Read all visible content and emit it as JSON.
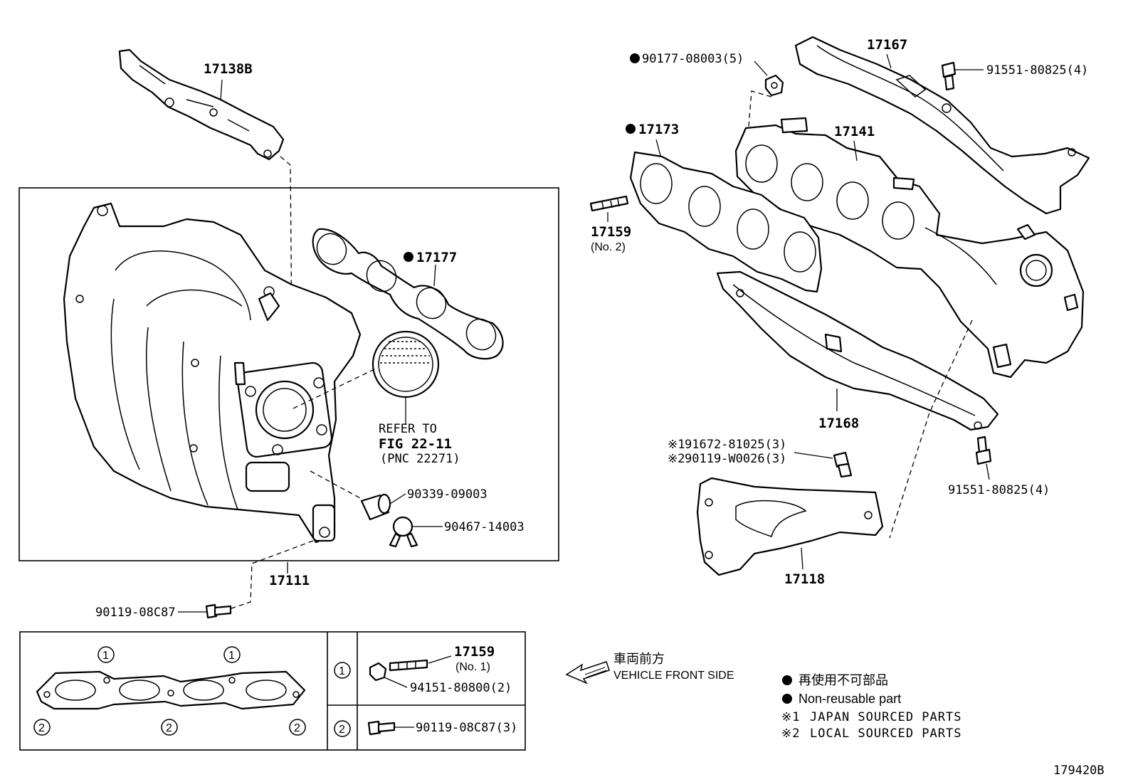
{
  "parts": {
    "p17138B": "17138B",
    "p17111": "17111",
    "p17177": "17177",
    "refer_line1": "REFER TO",
    "refer_line2": "FIG 22-11",
    "refer_line3": "(PNC 22271)",
    "p90339": "90339-09003",
    "p90467": "90467-14003",
    "p90119_08C87": "90119-08C87",
    "p90177": "90177-08003(5)",
    "p17167": "17167",
    "p91551_top": "91551-80825(4)",
    "p17173": "17173",
    "p17141": "17141",
    "p17159_no2": "17159",
    "p17159_no2_sub": "(No. 2)",
    "p17168": "17168",
    "p91672_mark": "※1",
    "p91672": "91672-81025(3)",
    "p90119W_mark": "※2",
    "p90119W": "90119-W0026(3)",
    "p91551_bot": "91551-80825(4)",
    "p17118": "17118"
  },
  "gasket_box": {
    "circle_1": "1",
    "circle_2": "2",
    "row1_part": "17159",
    "row1_sub": "(No. 1)",
    "row1_nut": "94151-80800(2)",
    "row2_bolt": "90119-08C87(3)"
  },
  "vehicle_front": {
    "jp": "車両前方",
    "en": "VEHICLE FRONT SIDE"
  },
  "legend": {
    "nonreusable_jp": "再使用不可部品",
    "nonreusable_en": "Non-reusable part",
    "note1_mark": "※1",
    "note1": "JAPAN SOURCED PARTS",
    "note2_mark": "※2",
    "note2": "LOCAL SOURCED PARTS"
  },
  "figure_id": "179420B",
  "icons": [
    "bullet-dot-icon",
    "vehicle-front-arrow-icon",
    "circled-number-icon"
  ]
}
